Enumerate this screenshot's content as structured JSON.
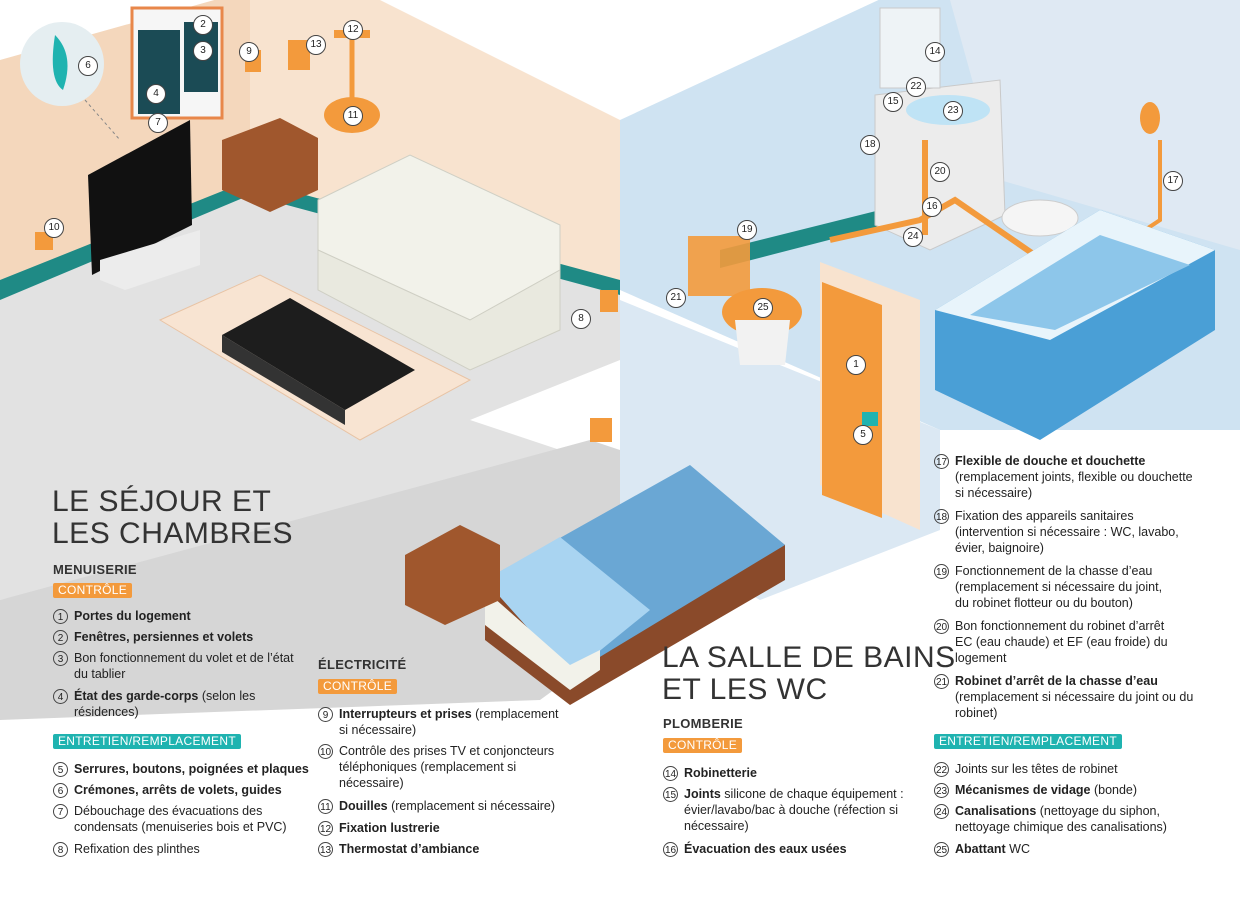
{
  "sections": {
    "sejour": {
      "title_line1": "LE SÉJOUR ET",
      "title_line2": "LES CHAMBRES",
      "menuiserie": {
        "heading": "MENUISERIE",
        "controle_tag": "CONTRÔLE",
        "controle_items": [
          {
            "num": "1",
            "bold": "Portes du logement",
            "rest": ""
          },
          {
            "num": "2",
            "bold": "Fenêtres, persiennes et volets",
            "rest": ""
          },
          {
            "num": "3",
            "bold": "",
            "rest": "Bon fonctionnement du volet et de l’état du tablier"
          },
          {
            "num": "4",
            "bold": "État des garde-corps",
            "rest": " (selon les résidences)"
          }
        ],
        "entretien_tag": "ENTRETIEN/REMPLACEMENT",
        "entretien_items": [
          {
            "num": "5",
            "bold": "Serrures, boutons, poignées et plaques",
            "rest": ""
          },
          {
            "num": "6",
            "bold": "Crémones, arrêts de volets, guides",
            "rest": ""
          },
          {
            "num": "7",
            "bold": "",
            "rest": "Débouchage des évacuations des condensats (menuiseries bois et PVC)"
          },
          {
            "num": "8",
            "bold": "",
            "rest": "Refixation des plinthes"
          }
        ]
      },
      "electricite": {
        "heading": "ÉLECTRICITÉ",
        "controle_tag": "CONTRÔLE",
        "items": [
          {
            "num": "9",
            "bold": "Interrupteurs et prises",
            "rest": " (remplacement si nécessaire)"
          },
          {
            "num": "10",
            "bold": "",
            "rest": "Contrôle des prises TV et conjoncteurs téléphoniques (remplacement si nécessaire)"
          },
          {
            "num": "11",
            "bold": "Douilles",
            "rest": " (remplacement si nécessaire)"
          },
          {
            "num": "12",
            "bold": "Fixation lustrerie",
            "rest": ""
          },
          {
            "num": "13",
            "bold": "Thermostat d’ambiance",
            "rest": ""
          }
        ]
      }
    },
    "sdb": {
      "title_line1": "LA SALLE DE BAINS",
      "title_line2": "ET LES WC",
      "plomberie": {
        "heading": "PLOMBERIE",
        "controle_tag": "CONTRÔLE",
        "items": [
          {
            "num": "14",
            "bold": "Robinetterie",
            "rest": ""
          },
          {
            "num": "15",
            "bold": "Joints",
            "rest": " silicone de chaque équipement : évier/lavabo/bac à douche (réfection si nécessaire)"
          },
          {
            "num": "16",
            "bold": "Évacuation des eaux usées",
            "rest": ""
          }
        ]
      },
      "right_items": [
        {
          "num": "17",
          "bold": "Flexible de douche et douchette",
          "rest": " (remplacement joints, flexible ou douchette si nécessaire)"
        },
        {
          "num": "18",
          "bold": "",
          "rest": "Fixation des appareils sanitaires (intervention si nécessaire : WC, lavabo, évier, baignoire)"
        },
        {
          "num": "19",
          "bold": "",
          "rest": "Fonctionnement de la chasse d’eau (remplacement si nécessaire du joint, du robinet flotteur ou du bouton)"
        },
        {
          "num": "20",
          "bold": "",
          "rest": "Bon fonctionnement du robinet d’arrêt EC (eau chaude) et EF (eau froide) du logement"
        },
        {
          "num": "21",
          "bold": "Robinet d’arrêt de la chasse d’eau",
          "rest": " (remplacement si nécessaire du joint ou du robinet)"
        }
      ],
      "entretien_tag": "ENTRETIEN/REMPLACEMENT",
      "entretien_items": [
        {
          "num": "22",
          "bold": "",
          "rest": "Joints sur les têtes de robinet"
        },
        {
          "num": "23",
          "bold": "Mécanismes de vidage",
          "rest": " (bonde)"
        },
        {
          "num": "24",
          "bold": "Canalisations",
          "rest": " (nettoyage du siphon, nettoyage chimique des canalisations)"
        },
        {
          "num": "25",
          "bold": "Abattant",
          "rest": " WC"
        }
      ]
    }
  },
  "callouts": [
    "1",
    "2",
    "3",
    "4",
    "5",
    "6",
    "7",
    "8",
    "9",
    "10",
    "11",
    "12",
    "13",
    "14",
    "15",
    "16",
    "17",
    "18",
    "19",
    "20",
    "21",
    "22",
    "23",
    "24",
    "25"
  ],
  "colors": {
    "orange": "#f39a3c",
    "teal": "#1fb3b0",
    "wall": "#f6dcc3",
    "floor": "#dcdcdc",
    "bath_blue": "#4a9fd6",
    "bed_blue": "#6aa7d4",
    "wood": "#8a4a2a"
  }
}
